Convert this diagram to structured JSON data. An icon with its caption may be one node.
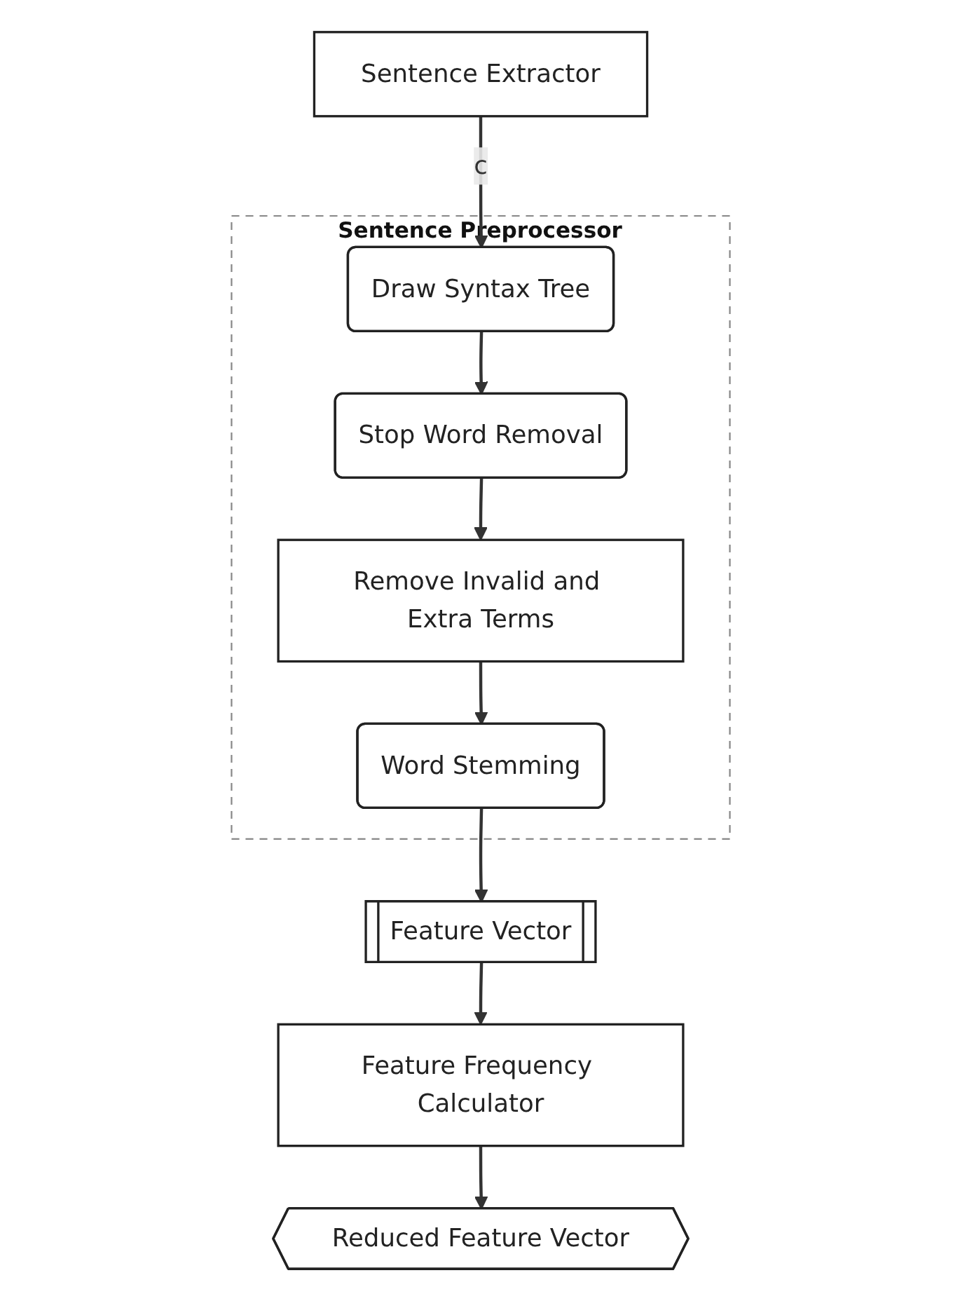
{
  "diagram": {
    "nodes": [
      {
        "text": [
          "Sentence Extractor"
        ]
      },
      {
        "text": [
          "Sentence Preprocessor"
        ]
      },
      {
        "text": [
          "Draw Syntax Tree"
        ],
        "in": 1
      },
      {
        "text": [
          "Stop Word Removal"
        ],
        "in": 1
      },
      {
        "text": [
          "Remove Invalid and Extra Terms"
        ],
        "in": 1
      },
      {
        "text": [
          "Word Stemming"
        ],
        "in": 1
      },
      {
        "text": [
          "Feature Vector"
        ]
      },
      {
        "text": [
          "Feature Frequency Calculator"
        ]
      },
      {
        "text": [
          "Reduced Feature Vector"
        ]
      }
    ],
    "edges": [
      {
        "from": 0,
        "to": 2,
        "arrow": "to",
        "label": "c"
      },
      {
        "from": 2,
        "to": 3,
        "arrow": "to"
      },
      {
        "from": 3,
        "to": 4,
        "arrow": "to"
      },
      {
        "from": 4,
        "to": 5,
        "arrow": "to"
      },
      {
        "from": 5,
        "to": 6,
        "arrow": "to"
      },
      {
        "from": 6,
        "to": 7,
        "arrow": "to"
      },
      {
        "from": 7,
        "to": 8,
        "arrow": "to"
      }
    ]
  }
}
